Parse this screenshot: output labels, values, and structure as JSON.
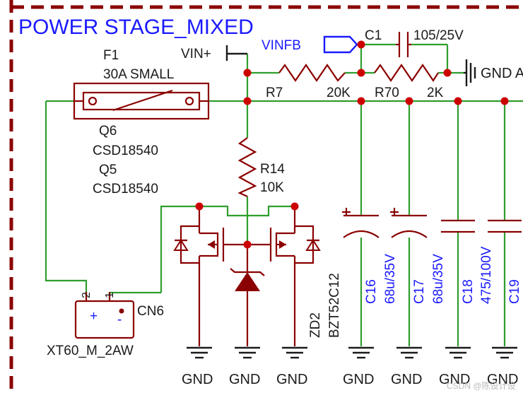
{
  "sheet": {
    "title": "POWER STAGE_MIXED"
  },
  "nets": {
    "vin": "VIN+",
    "vinfb": "VINFB",
    "gnd": "GND",
    "gnd_partial": "GND A"
  },
  "fuse": {
    "ref": "F1",
    "value": "30A SMALL"
  },
  "mosfets": [
    {
      "ref": "Q6",
      "value": "CSD18540"
    },
    {
      "ref": "Q5",
      "value": "CSD18540"
    }
  ],
  "resistors": [
    {
      "ref": "R7",
      "value": "20K"
    },
    {
      "ref": "R70",
      "value": "2K"
    },
    {
      "ref": "R14",
      "value": "10K"
    }
  ],
  "zener": {
    "ref": "ZD2",
    "value": "BZT52C12"
  },
  "connector": {
    "ref": "CN6",
    "value": "XT60_M_2AW",
    "pin1": "1",
    "pin2": "2",
    "plus": "+",
    "minus": "-"
  },
  "capacitors": [
    {
      "ref": "C1",
      "value": "105/25V"
    },
    {
      "ref": "C16",
      "value": "68u/35V"
    },
    {
      "ref": "C17",
      "value": "68u/35V"
    },
    {
      "ref": "C18",
      "value": "475/100V"
    },
    {
      "ref": "C19",
      "value": ""
    }
  ],
  "watermark": "CSDN @陈设计设"
}
